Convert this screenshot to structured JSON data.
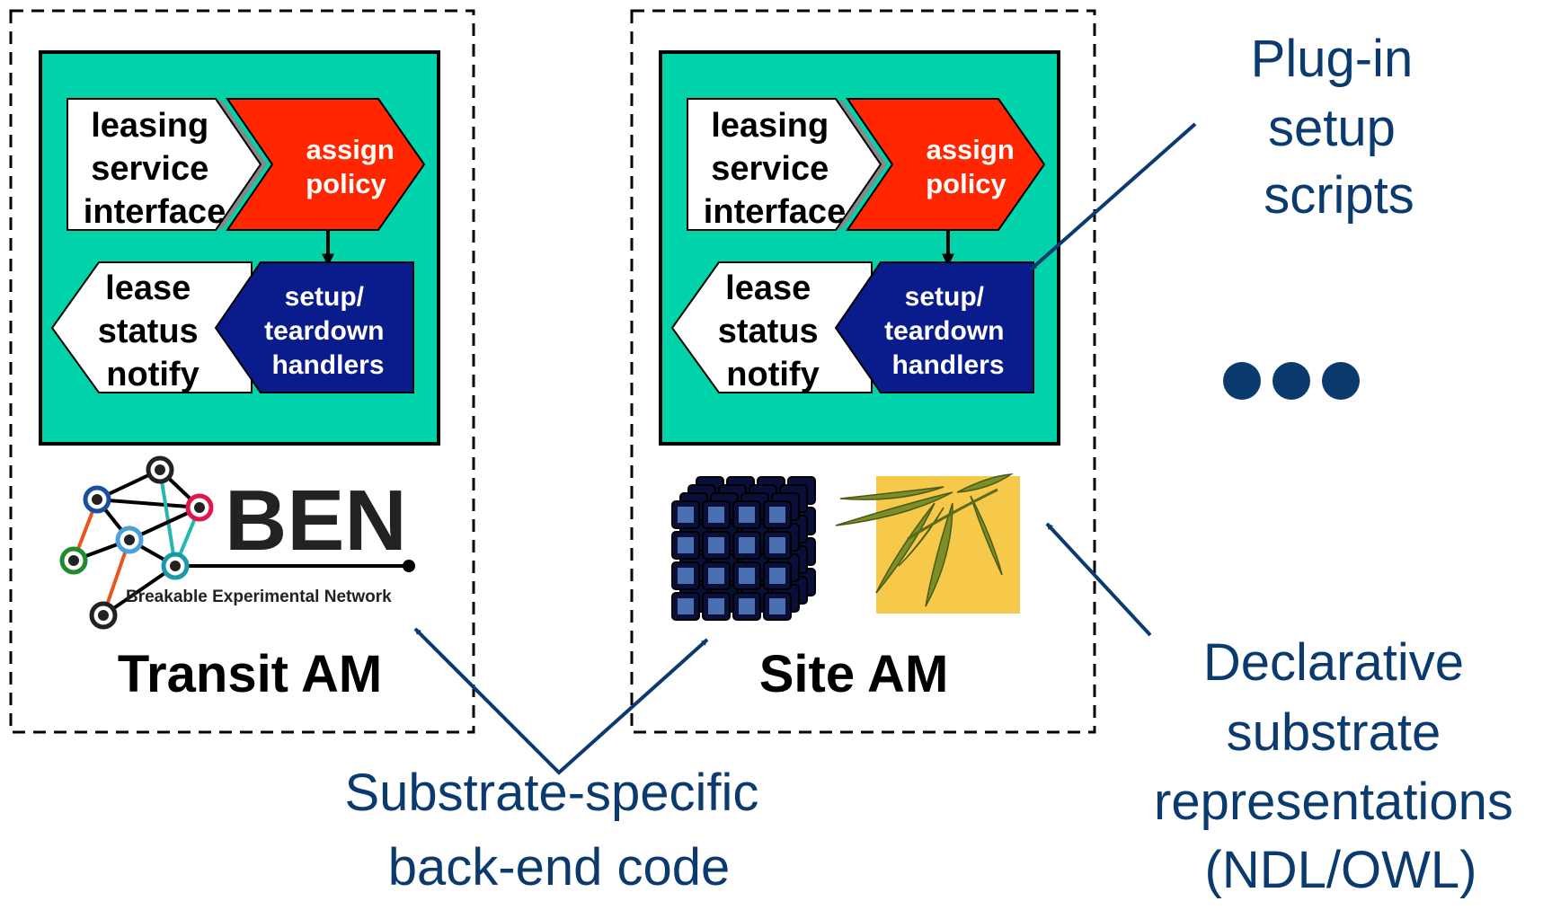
{
  "transit_am": {
    "title": "Transit AM",
    "leasing_interface": [
      "leasing",
      "service",
      "interface"
    ],
    "assign_policy": [
      "assign",
      "policy"
    ],
    "lease_status": [
      "lease",
      "status",
      "notify"
    ],
    "handlers": [
      "setup/",
      "teardown",
      "handlers"
    ],
    "logo_text": "BEN",
    "logo_subtitle": "Breakable Experimental Network"
  },
  "site_am": {
    "title": "Site AM",
    "leasing_interface": [
      "leasing",
      "service",
      "interface"
    ],
    "assign_policy": [
      "assign",
      "policy"
    ],
    "lease_status": [
      "lease",
      "status",
      "notify"
    ],
    "handlers": [
      "setup/",
      "teardown",
      "handlers"
    ]
  },
  "annotations": {
    "plugin": [
      "Plug-in",
      "setup",
      "scripts"
    ],
    "backend": [
      "Substrate-specific",
      "back-end code"
    ],
    "declarative": [
      "Declarative",
      "substrate",
      "representations",
      "(NDL/OWL)"
    ]
  },
  "colors": {
    "teal": "#00d2aa",
    "red": "#ff2600",
    "navy": "#0a1c8c",
    "annotation": "#0b3a6e",
    "cube": "#4a6fb0",
    "bamboo_bg": "#f6c94a"
  },
  "icons": [
    "network-graph-icon",
    "server-cube-icon",
    "bamboo-logo-icon",
    "ellipsis-icon"
  ]
}
